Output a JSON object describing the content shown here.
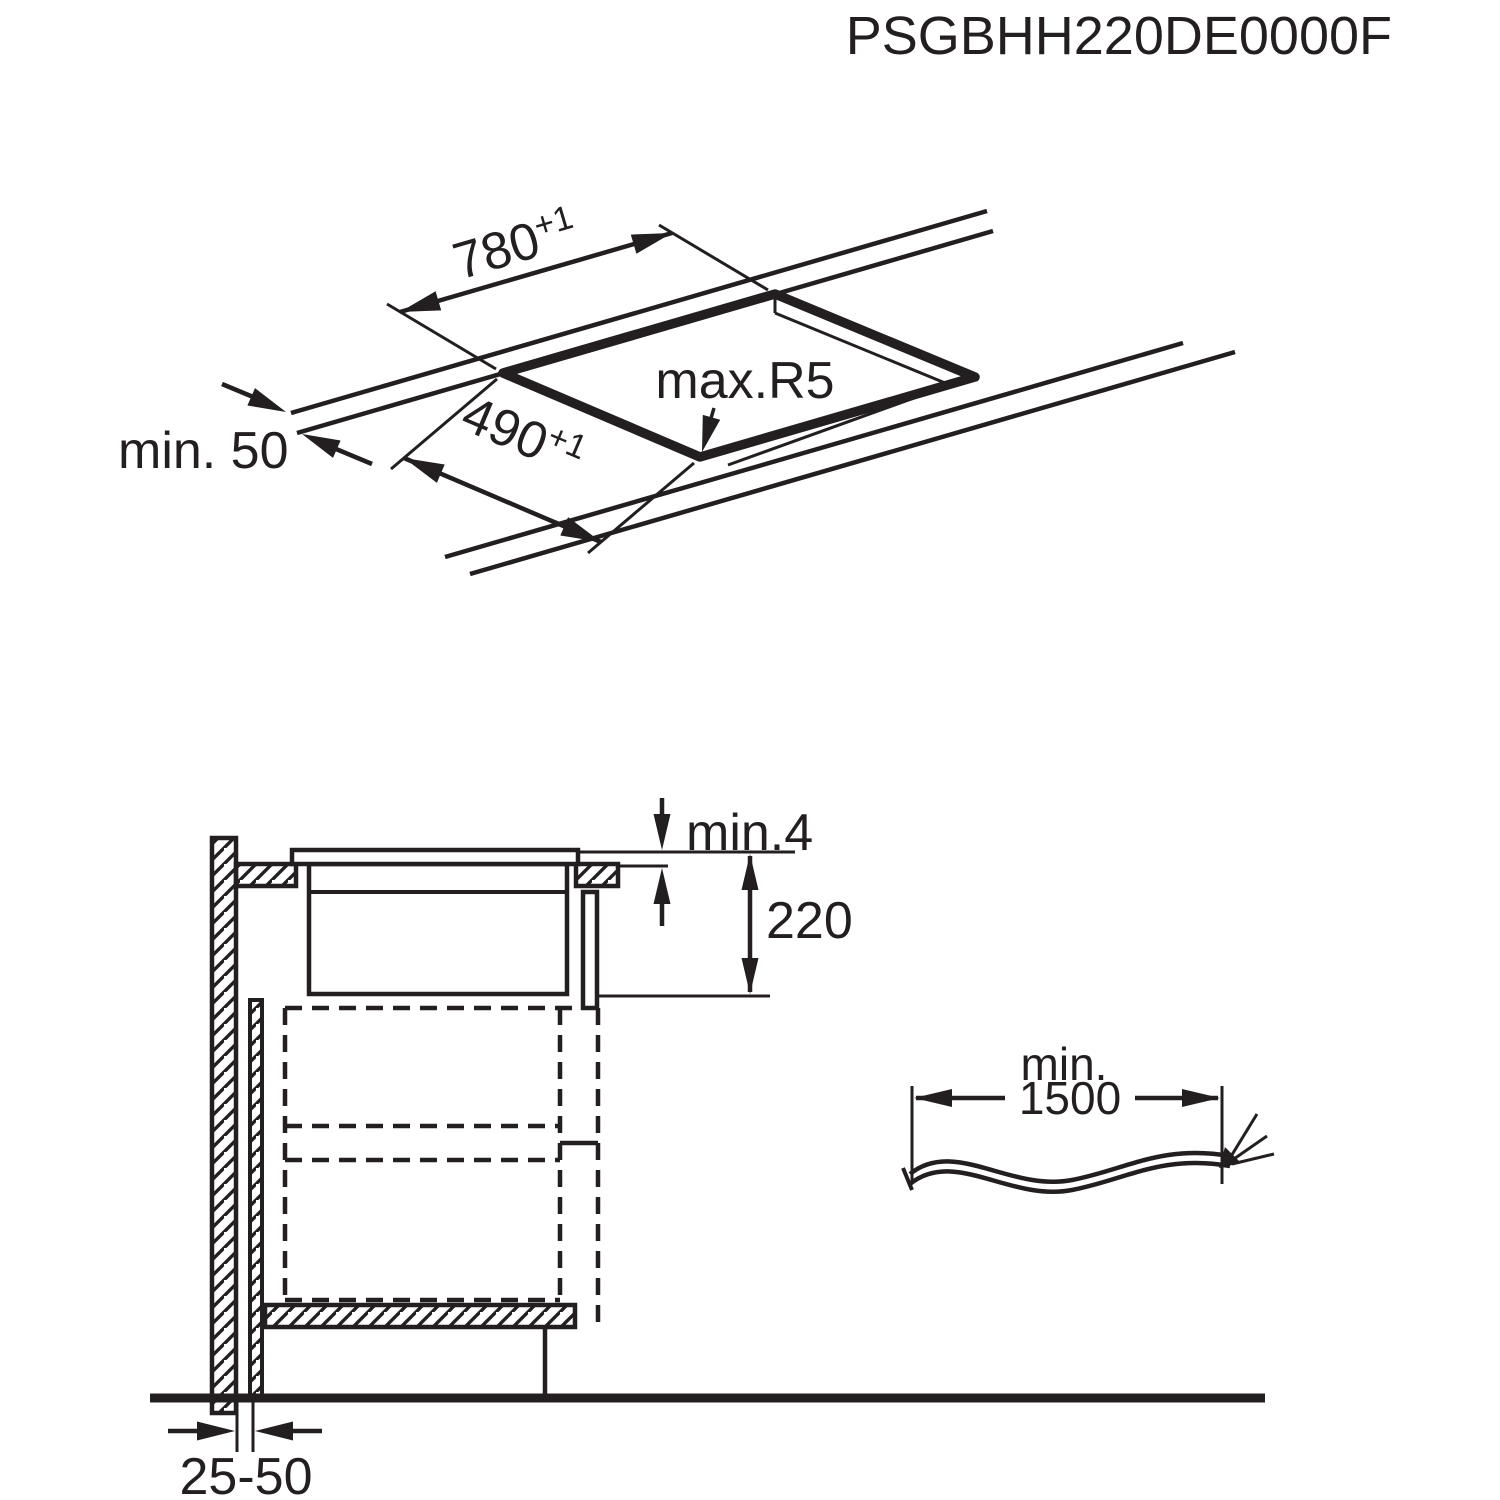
{
  "product_code": "PSGBHH220DE0000F",
  "colors": {
    "ink": "#231f20",
    "background": "#ffffff"
  },
  "top_view": {
    "cutout_width_value": "780",
    "cutout_width_tolerance": "+1",
    "cutout_depth_value": "490",
    "cutout_depth_tolerance": "+1",
    "corner_radius_label": "max.R5",
    "min_edge_distance_label": "min. 50"
  },
  "side_view": {
    "min_top_clearance_label": "min.4",
    "built_in_depth_value": "220",
    "wall_distance_range_label": "25-50"
  },
  "cable_view": {
    "min_label": "min.",
    "cable_length_value": "1500"
  }
}
